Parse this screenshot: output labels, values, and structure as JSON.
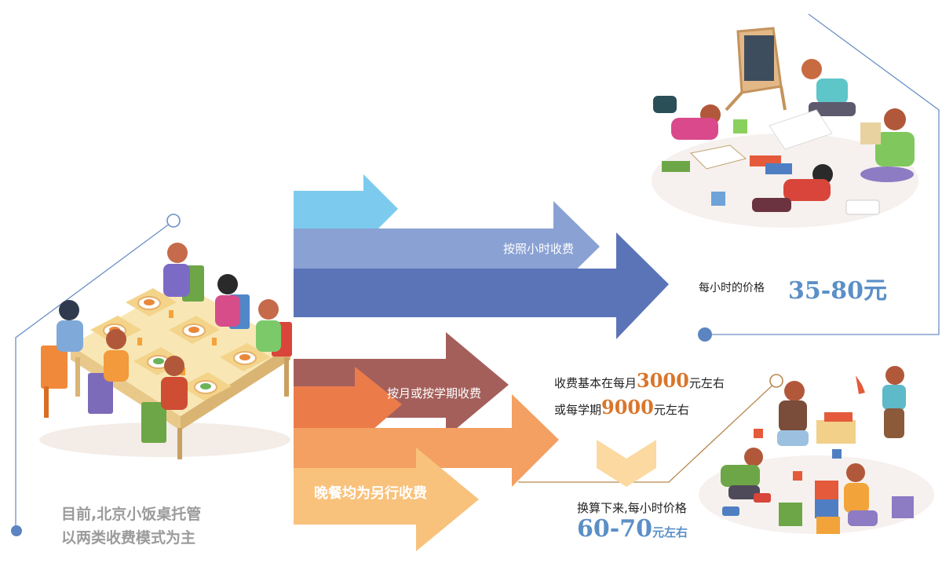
{
  "intro": {
    "line1": "目前,北京小饭桌托管",
    "line2": "以两类收费模式为主"
  },
  "hourly": {
    "arrow_label": "按照小时收费",
    "price_label": "每小时的价格",
    "price_value": "35-80元"
  },
  "monthly": {
    "arrow_label": "按月或按学期收费",
    "dinner_label": "晚餐均为另行收费",
    "line1_prefix": "收费基本在每月",
    "line1_value": "3000",
    "line1_suffix": "元左右",
    "line2_prefix": "或每学期",
    "line2_value": "9000",
    "line2_suffix": "元左右",
    "convert_label": "换算下来,每小时价格",
    "convert_value": "60-70",
    "convert_unit": "元左右"
  },
  "colors": {
    "light_blue": "#7ccbee",
    "mid_blue": "#8aa1d3",
    "dark_blue": "#5b74b8",
    "brown": "#a45f5b",
    "orange_red": "#ec7b4a",
    "orange": "#f3a062",
    "light_orange": "#f8c27c",
    "chevron": "#fcd9a0",
    "line_blue": "#6d90c6",
    "line_orange": "#b9874f"
  },
  "icons": [
    "dining-table-illustration",
    "drawing-children-illustration",
    "toy-blocks-children-illustration",
    "chevron-down-icon"
  ]
}
